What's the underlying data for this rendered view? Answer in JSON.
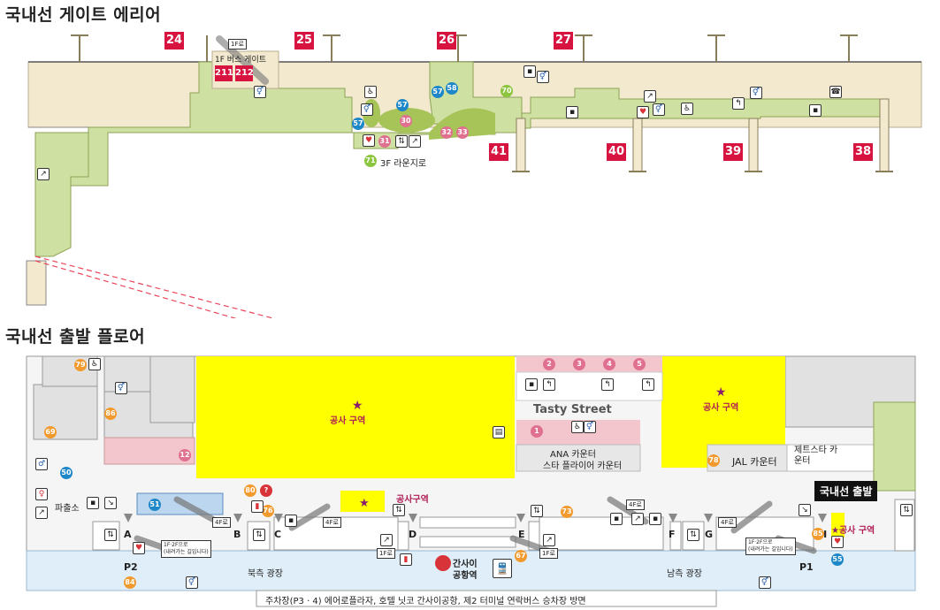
{
  "upper": {
    "heading": "국내선 게이트 에리어",
    "gates": [
      "24",
      "25",
      "26",
      "27",
      "41",
      "40",
      "39",
      "38"
    ],
    "bus_gate_label": "1F 버스 게이트",
    "bus_gates": [
      "211",
      "212"
    ],
    "bus_floor_sign": "1F로",
    "lounge_label": "3F 라운지로",
    "lounge_number": "71",
    "shop_numbers": {
      "s30": "30",
      "s31": "31",
      "s32": "32",
      "s33": "33",
      "s57a": "57",
      "s57b": "57",
      "s57c": "57",
      "s58": "58",
      "s70": "70"
    }
  },
  "lower": {
    "heading": "국내선 출발 플로어",
    "construction_label": "공사 구역",
    "construction_label_small": "공사구역",
    "tasty_street": "Tasty Street",
    "ana_counter": "ANA 카운터",
    "star_flyer_counter": "스타 플라이어 카운터",
    "jal_counter": "JAL 카운터",
    "jetstar_counter": "제트스타 카운터",
    "departure_badge": "국내선 출발",
    "police": "파출소",
    "north_plaza": "북측 광장",
    "south_plaza": "남측 광장",
    "parking_1": "P2",
    "parking_2": "P1",
    "station_name_1": "간사이",
    "station_name_2": "공항역",
    "bottom_note": "주차장(P3 · 4) 에어로플라자, 호텔 닛코 간사이공항, 제2 터미널 연락버스 승차장 방면",
    "doors": [
      "A",
      "B",
      "C",
      "D",
      "E",
      "F",
      "G",
      "H"
    ],
    "floor_signs": {
      "f4a": "4F로",
      "f4b": "4F로",
      "f4c": "4F로",
      "f4d": "4F로",
      "f1a": "1F로",
      "f1b": "1F로"
    },
    "note_1_2f_a": "1F·2F으로",
    "note_1_2f_a2": "(내려가는 길입니다)",
    "note_1_2f_b": "1F·2F으로",
    "note_1_2f_b2": "(내려가는 길입니다)",
    "numbered": {
      "n1": "1",
      "n2": "2",
      "n3": "3",
      "n4": "4",
      "n5": "5",
      "n12": "12",
      "n50": "50",
      "n51": "51",
      "n55": "55",
      "n67": "67",
      "n69": "69",
      "n73": "73",
      "n76": "76",
      "n78": "78",
      "n79": "79",
      "n80": "80",
      "n84": "84",
      "n85": "85",
      "n86": "86"
    }
  },
  "colors": {
    "airside_green": "#cfe0a3",
    "airside_dark_green": "#a7c458",
    "corridor_beige": "#f3e9cf",
    "construction_yellow": "#ffff00",
    "shop_pink": "#f2c6cc",
    "plaza_blue": "#dfeef8",
    "gate_red": "#d71440",
    "route_dash": "#e8455a"
  }
}
